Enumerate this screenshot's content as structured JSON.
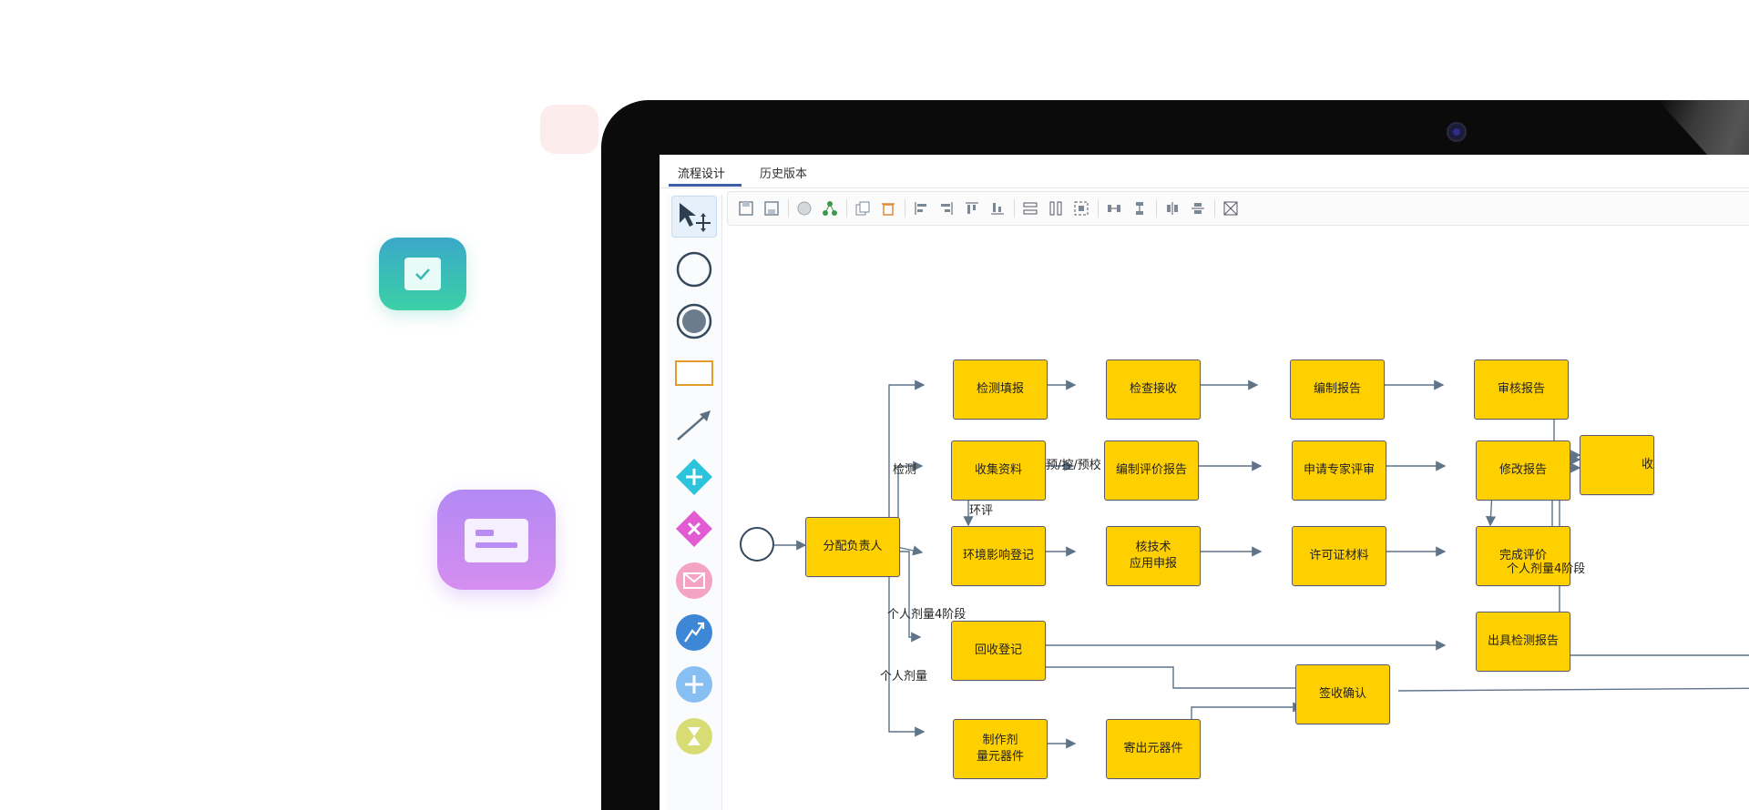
{
  "tabs": [
    {
      "label": "流程设计",
      "active": true
    },
    {
      "label": "历史版本",
      "active": false
    }
  ],
  "palette": [
    {
      "name": "select-move-tool",
      "icon": "pointer-move-icon"
    },
    {
      "name": "start-event-tool",
      "icon": "circle-outline-icon"
    },
    {
      "name": "end-event-tool",
      "icon": "circle-filled-icon"
    },
    {
      "name": "task-tool",
      "icon": "rectangle-icon"
    },
    {
      "name": "sequence-flow-tool",
      "icon": "arrow-icon"
    },
    {
      "name": "parallel-gateway-tool",
      "icon": "diamond-plus-icon"
    },
    {
      "name": "exclusive-gateway-tool",
      "icon": "diamond-x-icon"
    },
    {
      "name": "message-event-tool",
      "icon": "envelope-icon"
    },
    {
      "name": "signal-event-tool",
      "icon": "lightning-icon"
    },
    {
      "name": "add-event-tool",
      "icon": "plus-circle-icon"
    },
    {
      "name": "timer-event-tool",
      "icon": "hourglass-icon"
    }
  ],
  "toolbar": [
    "save-icon",
    "save-as-icon",
    "sphere-icon",
    "tree-icon",
    "copy-icon",
    "delete-icon",
    "align-left-icon",
    "align-right-icon",
    "align-top-icon",
    "align-bottom-icon",
    "same-width-icon",
    "same-height-icon",
    "same-size-icon",
    "horizontal-distribute-icon",
    "vertical-distribute-icon",
    "horizontal-center-icon",
    "vertical-center-icon",
    "fit-view-icon"
  ],
  "diagram": {
    "nodes": {
      "assign": "分配负责人",
      "test_fill": "检测填报",
      "check_receive": "检查接收",
      "compile_report": "编制报告",
      "review_report": "审核报告",
      "collect_data": "收集资料",
      "compile_eval_report": "编制评价报告",
      "apply_expert_review": "申请专家评审",
      "revise_report": "修改报告",
      "env_impact_reg": "环境影响登记",
      "nuclear_apply": "核技术\n应用申报",
      "license_material": "许可证材料",
      "complete_eval": "完成评价",
      "recycle_reg": "回收登记",
      "issue_test_report": "出具检测报告",
      "sign_confirm": "签收确认",
      "make_dosimeter": "制作剂\n量元器件",
      "send_component": "寄出元器件",
      "partial_right": "收"
    },
    "edge_labels": {
      "test": "检测",
      "control_eval": "预/控/预校",
      "env_eval": "环评",
      "personal_dose_4": "个人剂量4阶段",
      "personal_dose": "个人剂量",
      "personal_dose_4_right": "个人剂量4阶段"
    }
  },
  "colors": {
    "task_fill": "#ffd000",
    "task_border": "#5a5a6a",
    "edge": "#5f7389",
    "tab_underline": "#3f5ea8"
  }
}
